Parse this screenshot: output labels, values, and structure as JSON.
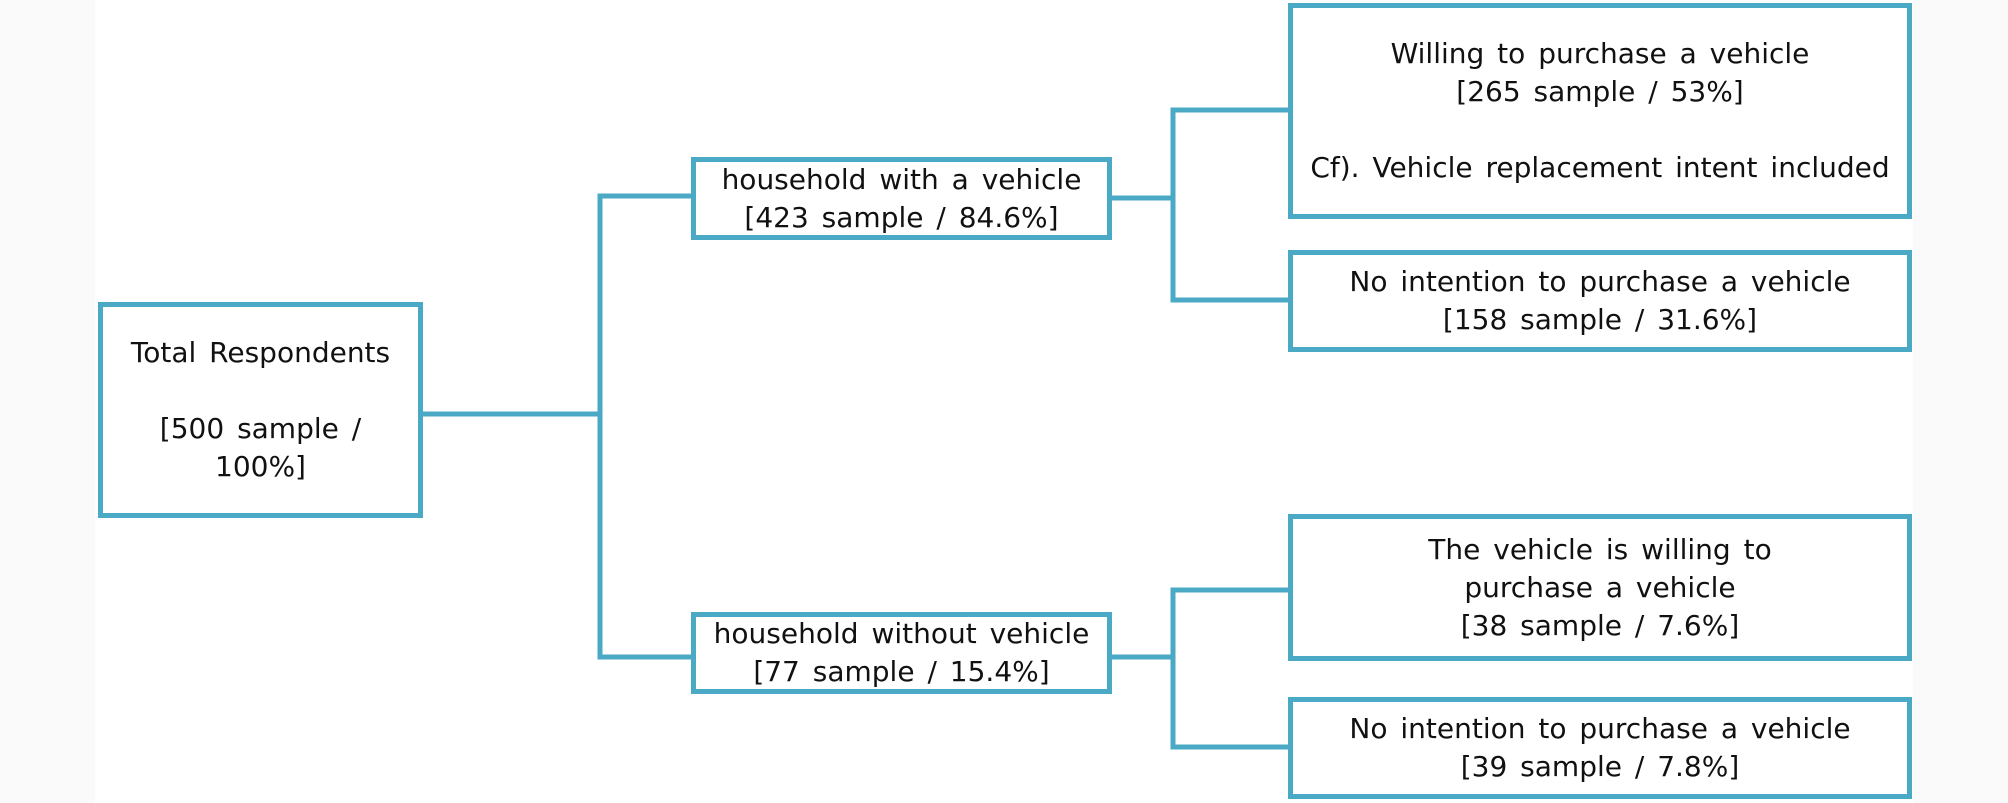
{
  "diagram": {
    "accent_color": "#4aaac6",
    "root": {
      "line1": "Total Respondents",
      "line2": "[500 sample /",
      "line3": "100%]"
    },
    "with_vehicle": {
      "line1": "household with a vehicle",
      "line2": "[423 sample /  84.6%]"
    },
    "without_vehicle": {
      "line1": "household without vehicle",
      "line2": "[77 sample / 15.4%]"
    },
    "willing": {
      "line1": "Willing to purchase a vehicle",
      "line2": "[265 sample / 53%]",
      "note": "Cf). Vehicle replacement intent included"
    },
    "no_intention_1": {
      "line1": "No intention to purchase a vehicle",
      "line2": "[158 sample / 31.6%]"
    },
    "willing_2": {
      "line1": "The vehicle is willing to",
      "line2": "purchase a vehicle",
      "line3": "[38 sample / 7.6%]"
    },
    "no_intention_2": {
      "line1": "No intention to purchase a vehicle",
      "line2": "[39 sample / 7.8%]"
    }
  }
}
